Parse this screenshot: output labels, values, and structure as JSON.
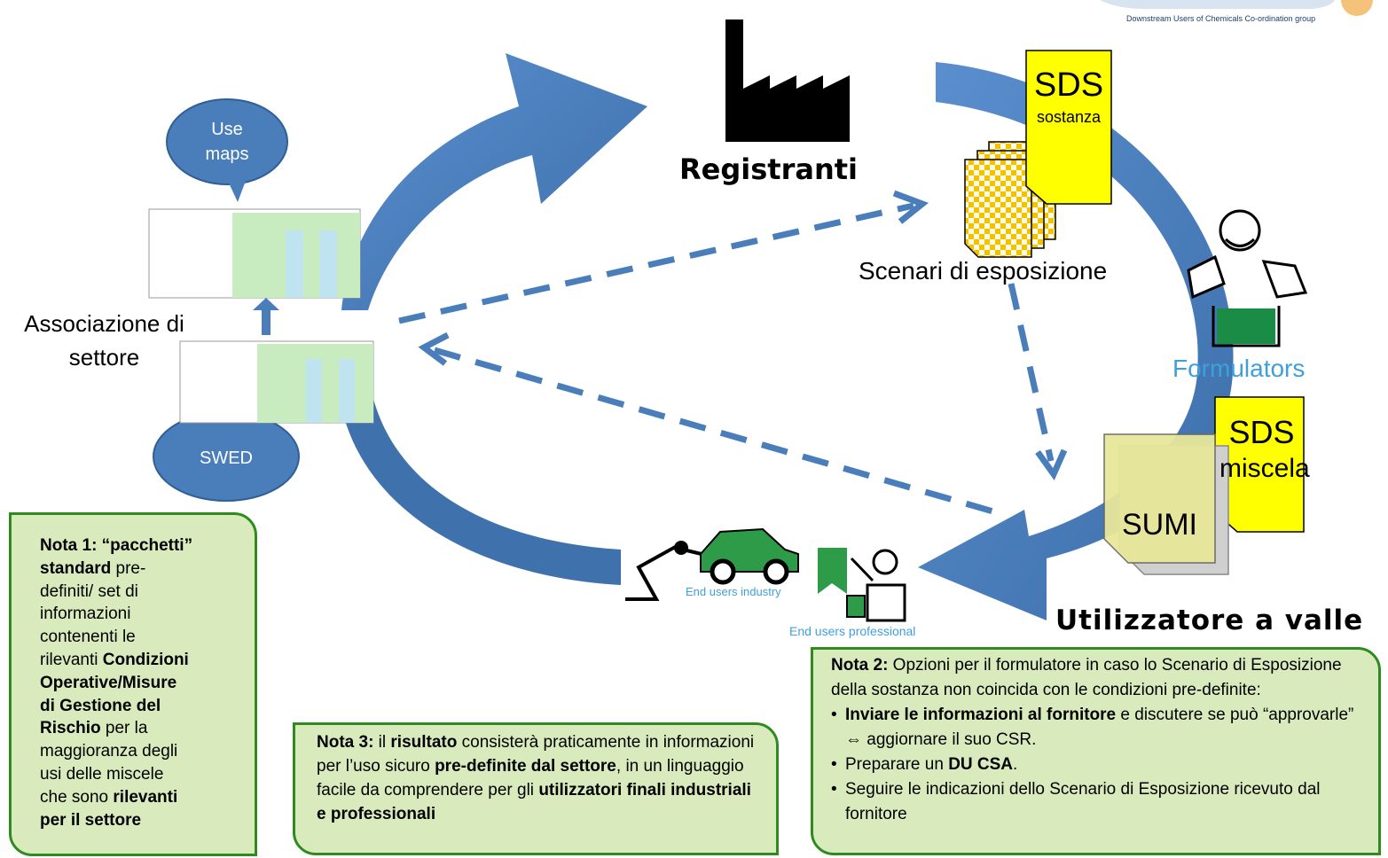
{
  "logo": {
    "caption": "Downstream Users of Chemicals Co-ordination group"
  },
  "registranti": "Registranti",
  "scenari": "Scenari di esposizione",
  "sds_sostanza": {
    "title": "SDS",
    "subtitle": "sostanza"
  },
  "sds_miscela": {
    "title": "SDS",
    "subtitle": "miscela"
  },
  "sumi": "SUMI",
  "formulators": "Formulators",
  "utilizzatore": "Utilizzatore a valle",
  "associazione": {
    "line1": "Associazione di",
    "line2": "settore"
  },
  "bubbles": {
    "use_maps_1": "Use",
    "use_maps_2": "maps",
    "swed": "SWED"
  },
  "end_users_industry": "End users industry",
  "end_users_professional": "End users professional",
  "nota1": {
    "lines": [
      [
        "Nota 1: “pacchetti”",
        true
      ],
      [
        "standard",
        true,
        " pre-"
      ],
      [
        "definiti/ set di",
        false
      ],
      [
        "informazioni",
        false
      ],
      [
        "contenenti le",
        false
      ],
      [
        "rilevanti ",
        false,
        "Condizioni",
        true
      ],
      [
        "Operative/Misure",
        true
      ],
      [
        "di Gestione del",
        true
      ],
      [
        "Rischio",
        true,
        " per la"
      ],
      [
        "maggioranza degli",
        false
      ],
      [
        "usi delle miscele",
        false
      ],
      [
        "che sono ",
        false,
        "rilevanti",
        true
      ],
      [
        "per il settore",
        true
      ]
    ]
  },
  "nota2": {
    "title": "Nota 2:",
    "intro": " Opzioni per il formulatore in caso lo Scenario di Esposizione della sostanza non coincida con le condizioni pre-definite:",
    "b1_bold": "Inviare le informazioni  al fornitore",
    "b1_rest": " e discutere se può “approvarle” ⇔ aggiornare il suo CSR.",
    "b2_pre": "Preparare un ",
    "b2_bold": "DU CSA",
    "b2_post": ".",
    "b3": "Seguire le indicazioni dello Scenario di Esposizione ricevuto dal fornitore"
  },
  "nota3": {
    "title": "Nota 3:",
    "t1": " il ",
    "t2": "risultato",
    "t3": " consisterà praticamente in informazioni per l’uso sicuro ",
    "t4": "pre-definite dal settore",
    "t5": ", in un linguaggio facile da comprendere per gli ",
    "t6": "utilizzatori finali industriali  e professionali"
  },
  "colors": {
    "arrow": "#4a7ebb",
    "note_bg": "#d9ebbd",
    "note_border": "#2f8a1f",
    "sds_yellow": "#ffff00",
    "formulators": "#3ea0db"
  }
}
